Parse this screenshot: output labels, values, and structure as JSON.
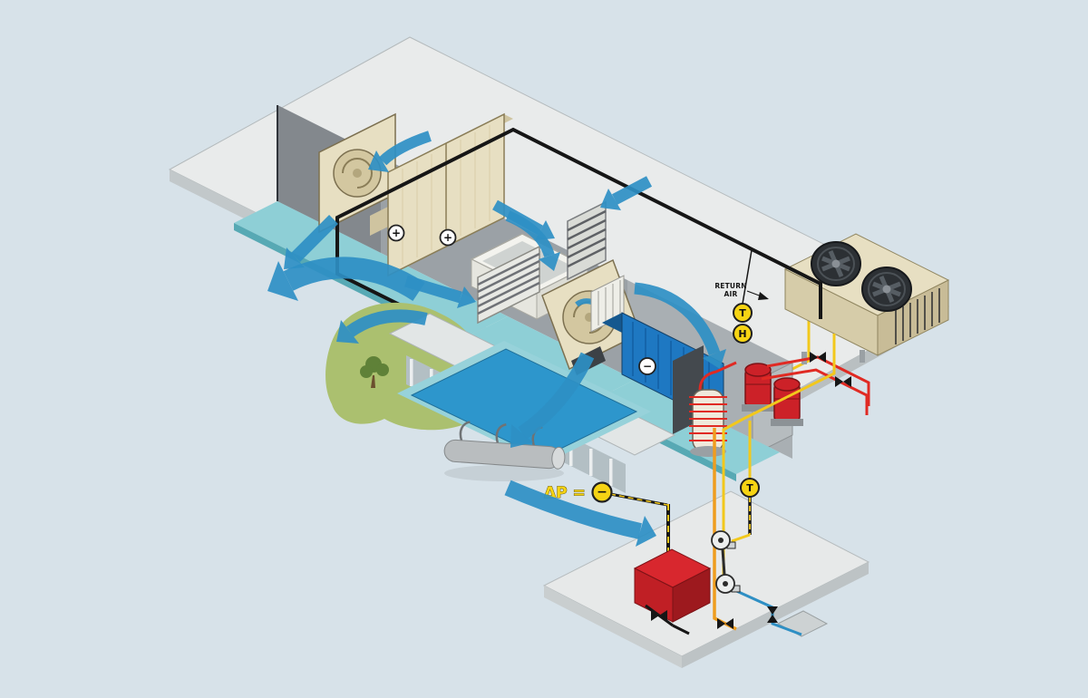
{
  "diagram": {
    "labels": {
      "return_air_line1": "RETURN",
      "return_air_line2": "AIR",
      "sensor_temperature": "T",
      "sensor_humidity": "H",
      "supply_sensor_temperature": "T",
      "differential_pressure": "ΔP =",
      "dp_symbol": "−",
      "filter_symbol": "+",
      "coil_symbol": "−"
    }
  },
  "palette": {
    "background": "#d7e2e9",
    "slab": "#e9ebeb",
    "slab_edge": "#c2c8ca",
    "wall": "#9ba1a6",
    "wall_dark": "#83888d",
    "wall_light": "#b6bcbf",
    "beige": "#e7dfc2",
    "beige_dark": "#cfc4a0",
    "teal": "#8ecfd6",
    "teal_dark": "#57a9b4",
    "pool_blue": "#2d96cc",
    "airflow_blue": "#2e8fc4",
    "coil_blue": "#1e78c2",
    "coil_blue_dark": "#15588f",
    "machine_red": "#cc2128",
    "machine_red_dark": "#9d191e",
    "pipe_red": "#e02a23",
    "pipe_yellow": "#f2c81c",
    "pipe_orange": "#ef9d1f",
    "pipe_blue": "#2e8fc4",
    "sensor_yellow": "#f6d414",
    "grass_green": "#abc06f",
    "tree_green": "#5f8138",
    "line_black": "#161616",
    "panel_white": "#f3f3ee",
    "fan_dark": "#2c3034"
  }
}
